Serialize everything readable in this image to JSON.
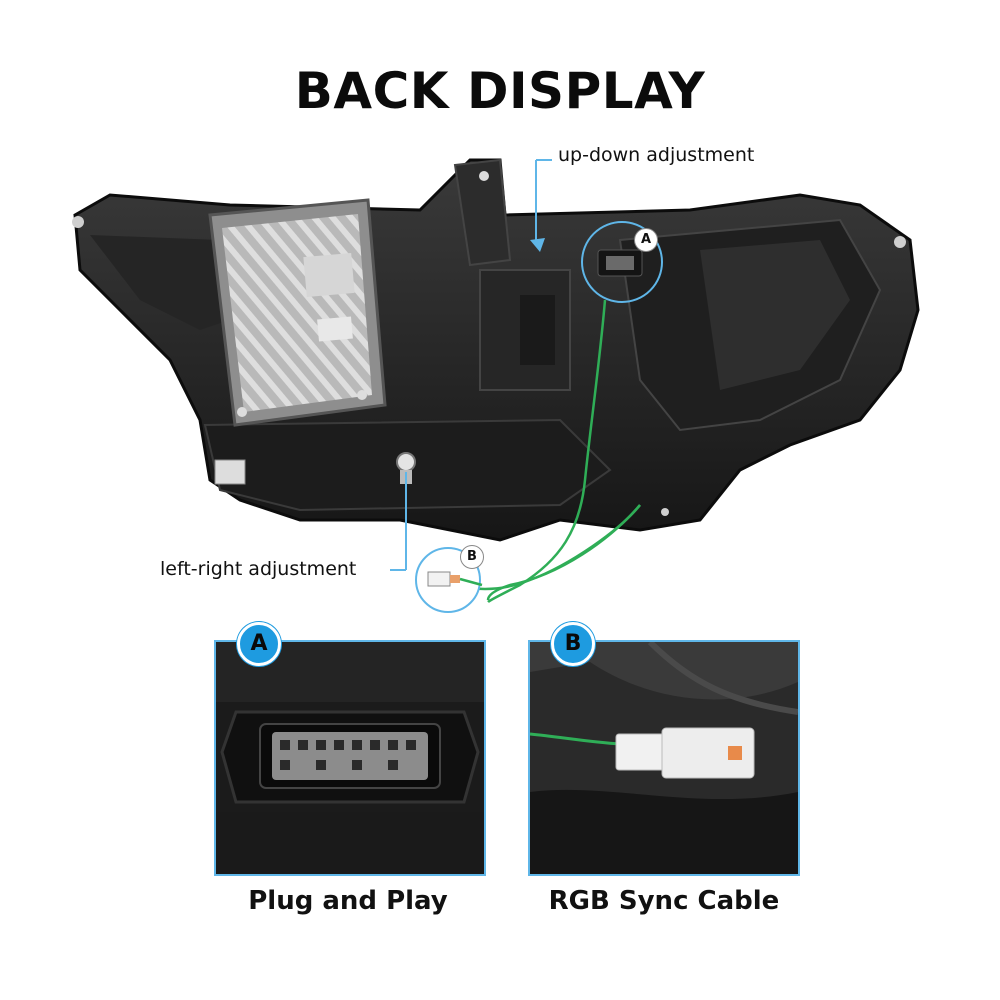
{
  "title": "BACK DISPLAY",
  "labels": {
    "up_down": "up-down adjustment",
    "left_right": "left-right adjustment"
  },
  "callouts": {
    "a": "A",
    "b": "B"
  },
  "panels": [
    {
      "badge": "A",
      "caption": "Plug and Play"
    },
    {
      "badge": "B",
      "caption": "RGB Sync Cable"
    }
  ],
  "colors": {
    "accent": "#1e9be0",
    "panel_border": "#5fb6e8",
    "cable": "#2fae57",
    "housing": "#2a2a2a"
  }
}
